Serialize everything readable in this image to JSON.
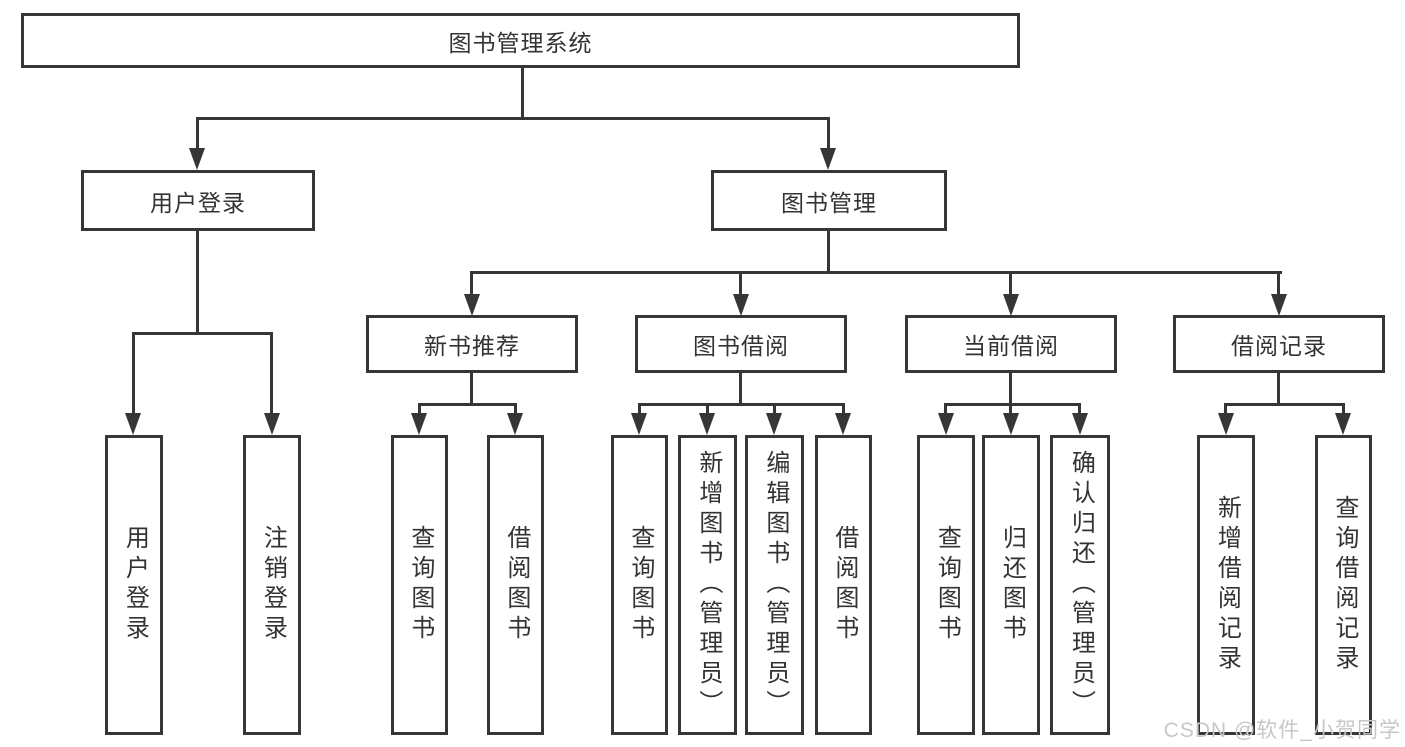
{
  "diagram": {
    "title_node": {
      "label": "图书管理系统"
    },
    "root": {
      "label": "图书管理系统"
    },
    "level2": [
      {
        "label": "用户登录"
      },
      {
        "label": "图书管理"
      }
    ],
    "level3": [
      {
        "label": "新书推荐"
      },
      {
        "label": "图书借阅"
      },
      {
        "label": "当前借阅"
      },
      {
        "label": "借阅记录"
      }
    ],
    "leaves": {
      "user_login": [
        "用户登录",
        "注销登录"
      ],
      "new_book_recommendation": [
        "查询图书",
        "借阅图书"
      ],
      "book_borrowing": [
        "查询图书",
        "新增图书（管理员）",
        "编辑图书（管理员）",
        "借阅图书"
      ],
      "current_borrowing": [
        "查询图书",
        "归还图书",
        "确认归还（管理员）"
      ],
      "borrowing_records": [
        "新增借阅记录",
        "查询借阅记录"
      ]
    },
    "watermark": "CSDN @软件_小贺同学"
  },
  "colors": {
    "line": "#363636",
    "text": "#333333",
    "bg": "#ffffff",
    "watermark": "#c7c7c7"
  }
}
